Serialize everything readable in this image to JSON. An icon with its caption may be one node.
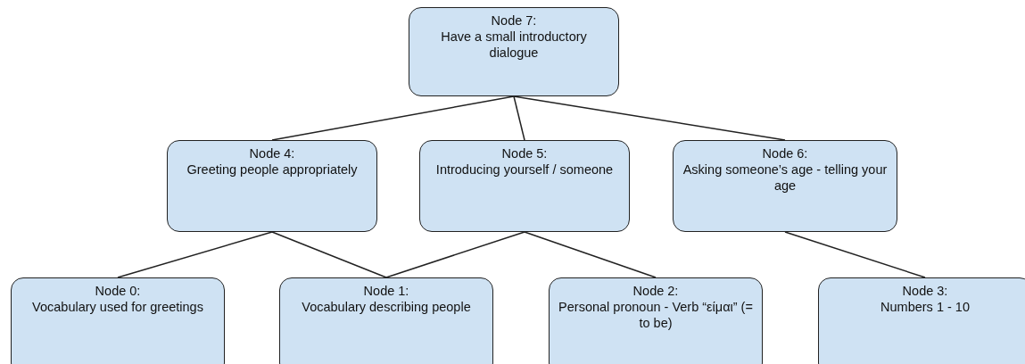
{
  "diagram": {
    "nodes": [
      {
        "text": [
          "Node 7:",
          "Have a small introductory dialogue"
        ]
      },
      {
        "text": [
          "Node 4:",
          "Greeting people appropriately"
        ]
      },
      {
        "text": [
          "Node 5:",
          "Introducing yourself / someone"
        ]
      },
      {
        "text": [
          "Node 6:",
          "Asking someone’s age - telling your age"
        ]
      },
      {
        "text": [
          "Node 0:",
          "Vocabulary used for greetings"
        ]
      },
      {
        "text": [
          "Node 1:",
          "Vocabulary describing people"
        ]
      },
      {
        "text": [
          "Node 2:",
          "Personal pronoun - Verb “είμαι” (= to be)"
        ]
      },
      {
        "text": [
          "Node 3:",
          "Numbers 1 - 10"
        ]
      }
    ],
    "edges": [
      {
        "from": 0,
        "to": 1,
        "arrow": "none"
      },
      {
        "from": 0,
        "to": 2,
        "arrow": "none"
      },
      {
        "from": 0,
        "to": 3,
        "arrow": "none"
      },
      {
        "from": 1,
        "to": 4,
        "arrow": "none"
      },
      {
        "from": 1,
        "to": 5,
        "arrow": "none"
      },
      {
        "from": 2,
        "to": 5,
        "arrow": "none"
      },
      {
        "from": 2,
        "to": 6,
        "arrow": "none"
      },
      {
        "from": 3,
        "to": 7,
        "arrow": "none"
      }
    ]
  }
}
